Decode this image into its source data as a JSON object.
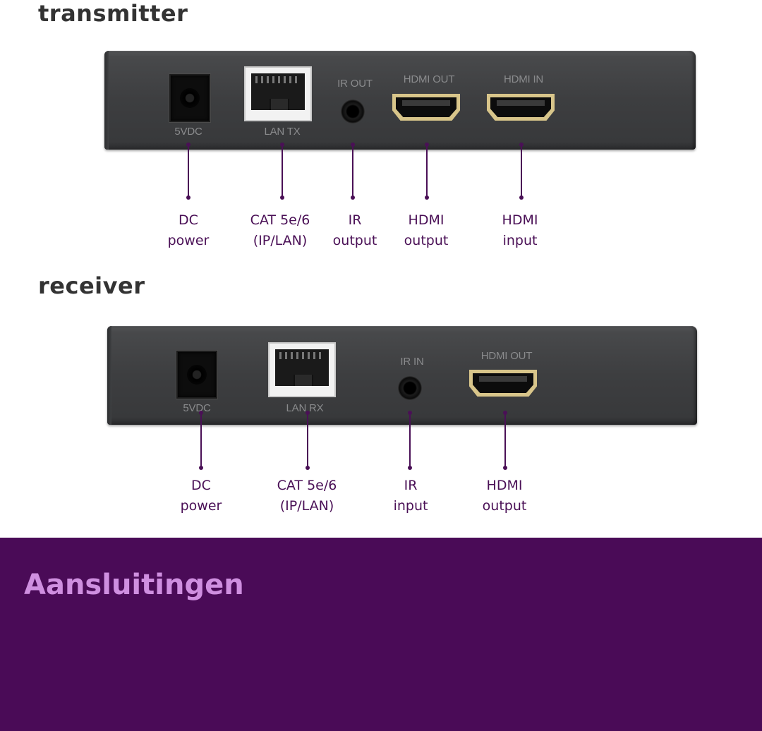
{
  "transmitter": {
    "title": "transmitter",
    "panel_labels": {
      "dc": "5VDC",
      "lan": "LAN TX",
      "ir": "IR OUT",
      "hdmi_out": "HDMI OUT",
      "hdmi_in": "HDMI IN"
    },
    "callouts": {
      "dc": [
        "DC",
        "power"
      ],
      "lan": [
        "CAT 5e/6",
        "(IP/LAN)"
      ],
      "ir": [
        "IR",
        "output"
      ],
      "hdmi_out": [
        "HDMI",
        "output"
      ],
      "hdmi_in": [
        "HDMI",
        "input"
      ]
    }
  },
  "receiver": {
    "title": "receiver",
    "panel_labels": {
      "dc": "5VDC",
      "lan": "LAN RX",
      "ir": "IR IN",
      "hdmi_out": "HDMI OUT"
    },
    "callouts": {
      "dc": [
        "DC",
        "power"
      ],
      "lan": [
        "CAT 5e/6",
        "(IP/LAN)"
      ],
      "ir": [
        "IR",
        "input"
      ],
      "hdmi_out": [
        "HDMI",
        "output"
      ]
    }
  },
  "banner": {
    "title": "Aansluitingen"
  },
  "colors": {
    "accent": "#4a1056",
    "banner_bg": "#4a0b57",
    "banner_text": "#cf8fe0",
    "title_text": "#333333",
    "device_body": "#3d3e40",
    "hdmi_gold": "#d8c58a"
  }
}
